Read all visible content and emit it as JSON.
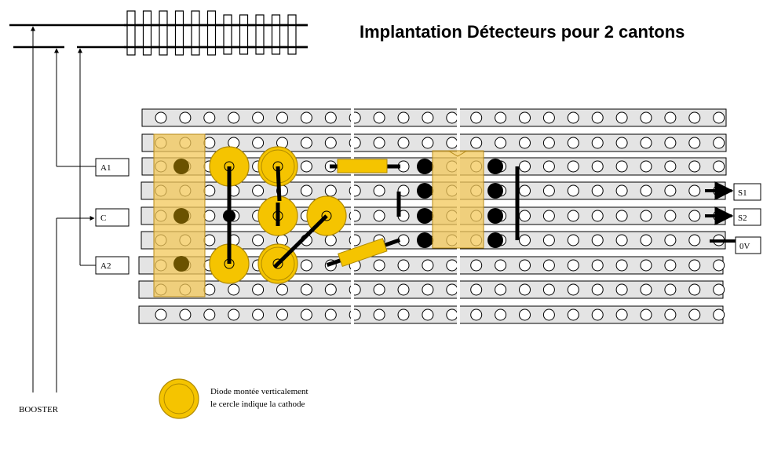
{
  "title": "Implantation Détecteurs pour 2 cantons",
  "labels": {
    "a1": "A1",
    "c": "C",
    "a2": "A2",
    "s1": "S1",
    "s2": "S2",
    "ov": "0V",
    "booster": "BOOSTER"
  },
  "legend": {
    "line1": "Diode montée verticalement",
    "line2": "le cercle indique la cathode"
  },
  "colors": {
    "diode": "#f5c400",
    "diode_stroke": "#b08a00",
    "strip": "#e4e4e4",
    "component_fill": "#f3c85a",
    "wire": "#000000"
  }
}
